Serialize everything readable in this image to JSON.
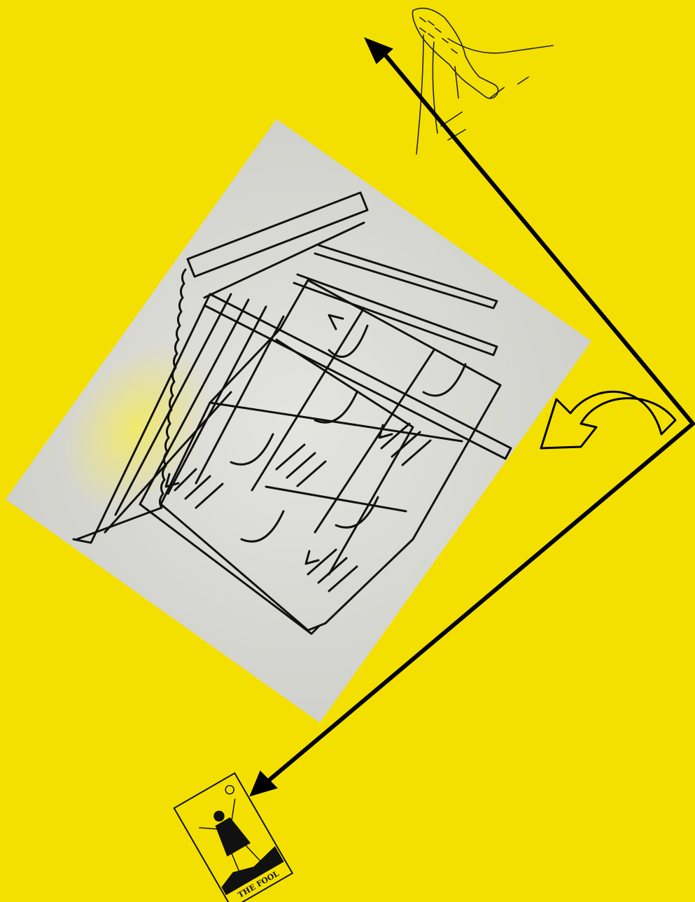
{
  "canvas": {
    "background_color": "#f3e000",
    "ink_color": "#111111",
    "paper_color": "#d9d9d4"
  },
  "elements": {
    "sketch": {
      "subject": "bookshelf-with-roof-sketch"
    },
    "giraffe": {
      "subject": "giraffe-drawing"
    },
    "curved_arrow": {
      "icon": "curved-arrow-icon"
    },
    "diagonal_arrows": {
      "icon": "arrow-icon"
    },
    "tarot_card": {
      "icon": "tarot-card-icon",
      "caption": "THE FOOL"
    }
  }
}
